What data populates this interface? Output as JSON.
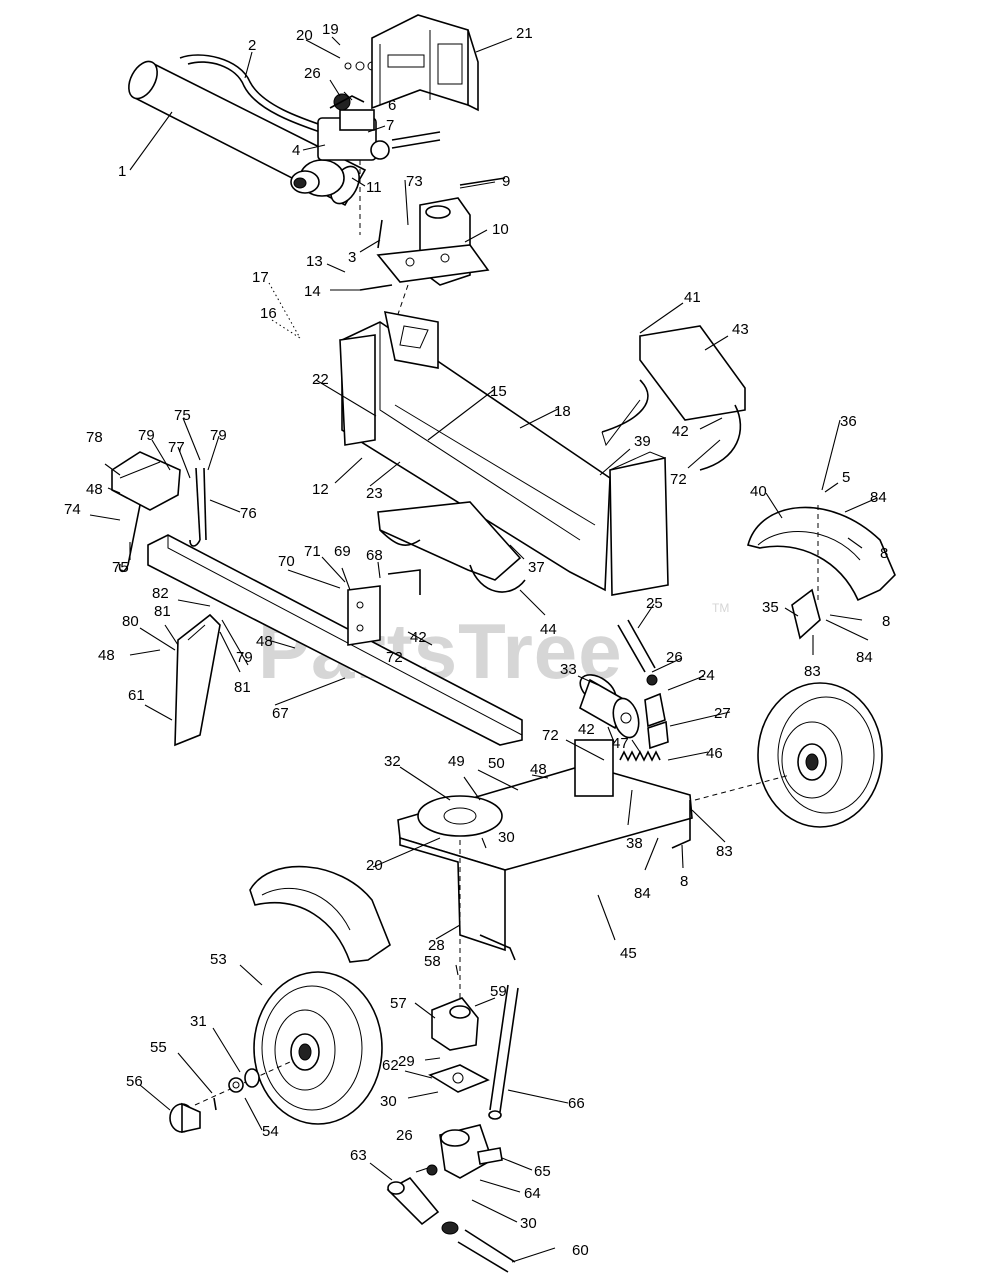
{
  "watermark": {
    "text": "PartsTree",
    "trademark": "TM"
  },
  "callouts": {
    "c1": "1",
    "c2": "2",
    "c3": "3",
    "c4": "4",
    "c5": "5",
    "c6": "6",
    "c7": "7",
    "c8a": "8",
    "c8b": "8",
    "c8c": "8",
    "c9": "9",
    "c10": "10",
    "c11": "11",
    "c12": "12",
    "c13": "13",
    "c14": "14",
    "c15": "15",
    "c16": "16",
    "c17": "17",
    "c18": "18",
    "c19": "19",
    "c20a": "20",
    "c20b": "20",
    "c21": "21",
    "c22": "22",
    "c23": "23",
    "c24": "24",
    "c25": "25",
    "c26a": "26",
    "c26b": "26",
    "c26c": "26",
    "c27": "27",
    "c28": "28",
    "c29": "29",
    "c30a": "30",
    "c30b": "30",
    "c30c": "30",
    "c31": "31",
    "c32": "32",
    "c33": "33",
    "c35": "35",
    "c36": "36",
    "c37": "37",
    "c38": "38",
    "c39": "39",
    "c40": "40",
    "c41": "41",
    "c42a": "42",
    "c42b": "42",
    "c42c": "42",
    "c43": "43",
    "c44": "44",
    "c45": "45",
    "c46": "46",
    "c47": "47",
    "c48a": "48",
    "c48b": "48",
    "c48c": "48",
    "c48d": "48",
    "c49": "49",
    "c50": "50",
    "c53": "53",
    "c54": "54",
    "c55": "55",
    "c56": "56",
    "c57": "57",
    "c58": "58",
    "c59": "59",
    "c60": "60",
    "c61": "61",
    "c62": "62",
    "c63": "63",
    "c64": "64",
    "c65": "65",
    "c66": "66",
    "c67": "67",
    "c68": "68",
    "c69": "69",
    "c70": "70",
    "c71": "71",
    "c72a": "72",
    "c72b": "72",
    "c72c": "72",
    "c73": "73",
    "c74": "74",
    "c75a": "75",
    "c75b": "75",
    "c76": "76",
    "c77": "77",
    "c78": "78",
    "c79a": "79",
    "c79b": "79",
    "c79c": "79",
    "c80": "80",
    "c81a": "81",
    "c81b": "81",
    "c82": "82",
    "c83a": "83",
    "c83b": "83",
    "c84a": "84",
    "c84b": "84",
    "c84c": "84"
  }
}
